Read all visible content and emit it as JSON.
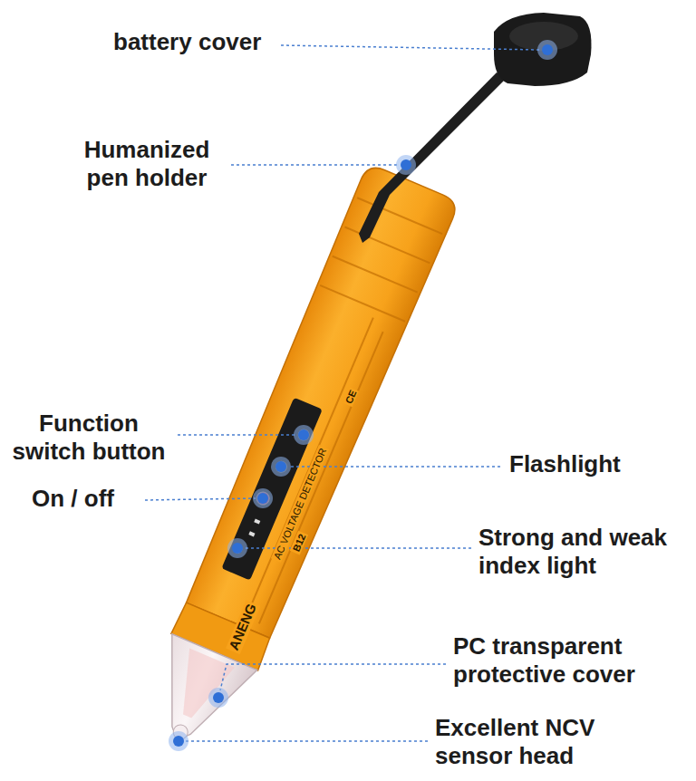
{
  "diagram": {
    "labels": [
      "battery cover",
      "Humanized pen holder",
      "Function switch button",
      "On / off",
      "Flashlight",
      "Strong and weak index light",
      "PC transparent protective cover",
      "Excellent NCV sensor head",
      "ANENG",
      "AC VOLTAGE DETECTOR",
      "B12",
      "CE"
    ]
  }
}
